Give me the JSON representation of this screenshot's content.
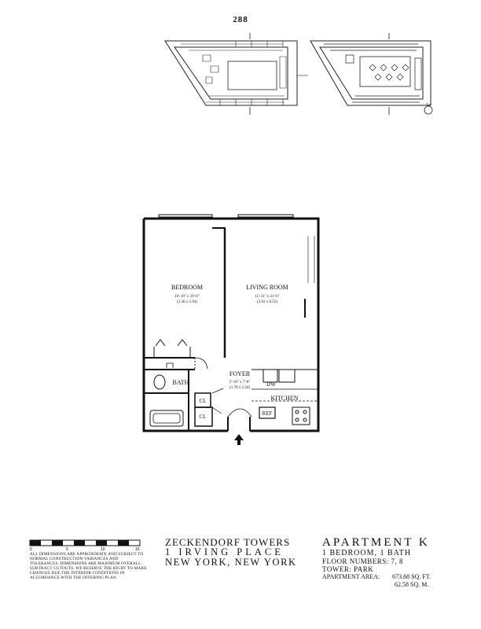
{
  "page_number": "288",
  "rooms": {
    "bedroom": {
      "name": "BEDROOM",
      "dims_ft": "10'-10\" x 19'-6\"",
      "dims_m": "(3.30 x 5.94)"
    },
    "living_room": {
      "name": "LIVING ROOM",
      "dims_ft": "11'-11\" x 21'-6\"",
      "dims_m": "(3.63 x 6.55)"
    },
    "foyer": {
      "name": "FOYER",
      "dims_ft": "5'-10\" x 7'-8\"",
      "dims_m": "(1.78 x 2.34)"
    },
    "bath": "BATH",
    "kitchen": "KITCHEN",
    "closet_1": "CL",
    "closet_2": "CL",
    "dishwasher": "DW",
    "refrigerator": "REF"
  },
  "building": {
    "name": "ZECKENDORF TOWERS",
    "address_line1": "1 IRVING PLACE",
    "address_line2": "NEW YORK, NEW YORK"
  },
  "apartment": {
    "title": "APARTMENT K",
    "type": "1 BEDROOM, 1 BATH",
    "floor_numbers": "FLOOR NUMBERS: 7, 8",
    "tower": "TOWER: PARK",
    "area_label": "APARTMENT AREA:",
    "area_sqft": "673.68 SQ. FT.",
    "area_sqm": "62.58 SQ. M."
  },
  "scale": {
    "ticks": [
      "0",
      "5",
      "10",
      "15"
    ]
  },
  "disclaimer": "ALL DIMENSIONS ARE APPROXIMATE AND SUBJECT TO NORMAL CONSTRUCTION VARIANCES AND TOLERANCES. DIMENSIONS ARE MAXIMUM OVERALL. SUBTRACT CUTOUTS. WE RESERVE THE RIGHT TO MAKE CHANGES DUE THE INTERIOR CONDITIONS IN ACCORDANCE WITH THE OFFERING PLAN."
}
